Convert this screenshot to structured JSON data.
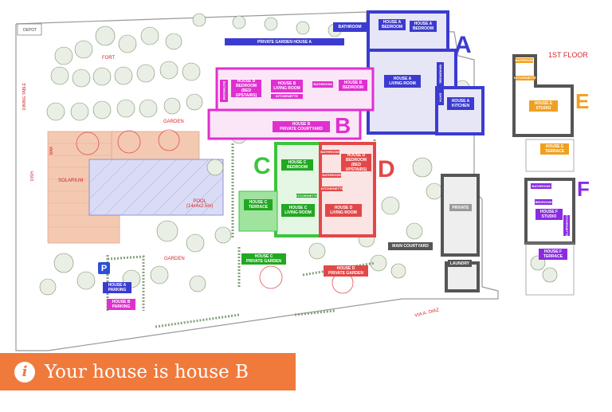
{
  "map": {
    "building_letters": {
      "a": "A",
      "b": "B",
      "c": "C",
      "d": "D",
      "e": "E",
      "f": "F"
    },
    "floor_label": "1ST FLOOR",
    "areas": {
      "depot": "DEPOT",
      "fort": "FORT",
      "garden_top": "GARDEN",
      "garden_bottom": "GARDEN",
      "dining_table": "DINING TABLE",
      "bar": "BAR",
      "dish": "DISH",
      "solarium": "SOLARIUM",
      "pool": "POOL\n(14x4x2.5m)",
      "street": "VIA A. DIAZ",
      "parking_icon": "P"
    },
    "house_a": {
      "bathroom": "BATHROOM",
      "private_garden": "PRIVATE GARDEN HOUSE A",
      "bedroom1": "HOUSE A\nBEDROOM",
      "bedroom2": "HOUSE A\nBEDROOM",
      "living_room": "HOUSE A\nLIVING ROOM",
      "wardrobe": "WARDROBE",
      "bath_side": "BATH",
      "kitchen": "HOUSE A\nKITCHEN",
      "parking": "HOUSE A\nPARKING"
    },
    "house_b": {
      "bathroom_side": "BATHROOM",
      "bedroom_upstairs": "HOUSE B\nBEDROOM\n(BED UPSTAIRS)",
      "living_room": "HOUSE B\nLIVING ROOM",
      "kitchenette": "KITCHENETTE",
      "bathroom": "BATHROOM",
      "bedroom": "HOUSE B\nBEDROOM",
      "courtyard": "HOUSE B\nPRIVATE COURTYARD",
      "parking": "HOUSE B\nPARKING"
    },
    "house_c": {
      "bedroom": "HOUSE C\nBEDROOM",
      "kitchenette": "KITCHENETTE",
      "terrace": "HOUSE C\nTERRACE",
      "living_room": "HOUSE C\nLIVING ROOM",
      "private_garden": "HOUSE C\nPRIVATE GARDEN"
    },
    "house_d": {
      "bathroom": "BATHROOM",
      "bedroom": "HOUSE D\nBEDROOM\n(BED UPSTAIRS)",
      "bathroom2": "BATHROOM",
      "kitchenette": "KITCHENETTE",
      "living_room": "HOUSE D\nLIVING ROOM",
      "private_garden": "HOUSE D\nPRIVATE GARDEN"
    },
    "shared": {
      "main_courtyard": "MAIN COURTYARD",
      "private": "PRIVATE",
      "laundry": "LAUNDRY"
    },
    "house_e": {
      "bathroom": "BATHROOM",
      "kitchenette": "KITCHENETTE",
      "studio": "HOUSE E\nSTUDIO",
      "terrace": "HOUSE E\nTERRACE"
    },
    "house_f": {
      "bathroom": "BATHROOM",
      "bedroom": "BEDROOM",
      "studio": "HOUSE F\nSTUDIO",
      "kitchenette": "KITCHENETTE",
      "terrace": "HOUSE F\nTERRACE"
    }
  },
  "banner": {
    "icon": "i",
    "text": "Your house is house B"
  },
  "colors": {
    "house_a": "#3b3bd1",
    "house_b": "#e02fd0",
    "house_c": "#3cc43c",
    "house_d": "#e34848",
    "house_e": "#f0a020",
    "house_f": "#8a2be2",
    "banner": "#f07a3b",
    "parking_icon": "#2b4fd8",
    "walls": "#555555",
    "labels_red": "#d9252c"
  }
}
